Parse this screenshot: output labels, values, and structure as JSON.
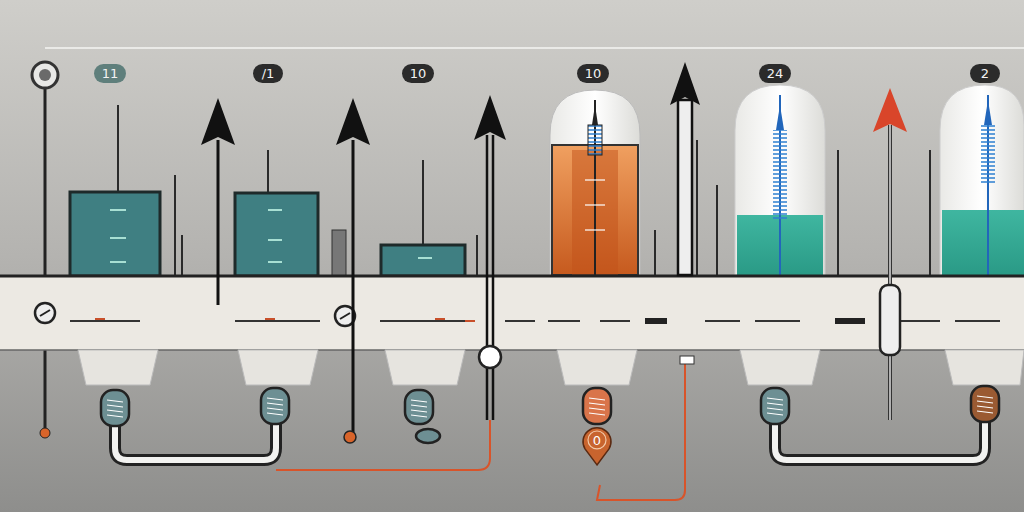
{
  "diagram": {
    "nodes": [
      {
        "text": [
          "11"
        ]
      },
      {
        "text": [
          "/1"
        ]
      },
      {
        "text": [
          "10"
        ]
      },
      {
        "text": [
          "10"
        ]
      },
      {
        "text": [
          "24"
        ]
      },
      {
        "text": [
          "2"
        ]
      },
      {
        "text": [
          "0"
        ]
      }
    ]
  }
}
